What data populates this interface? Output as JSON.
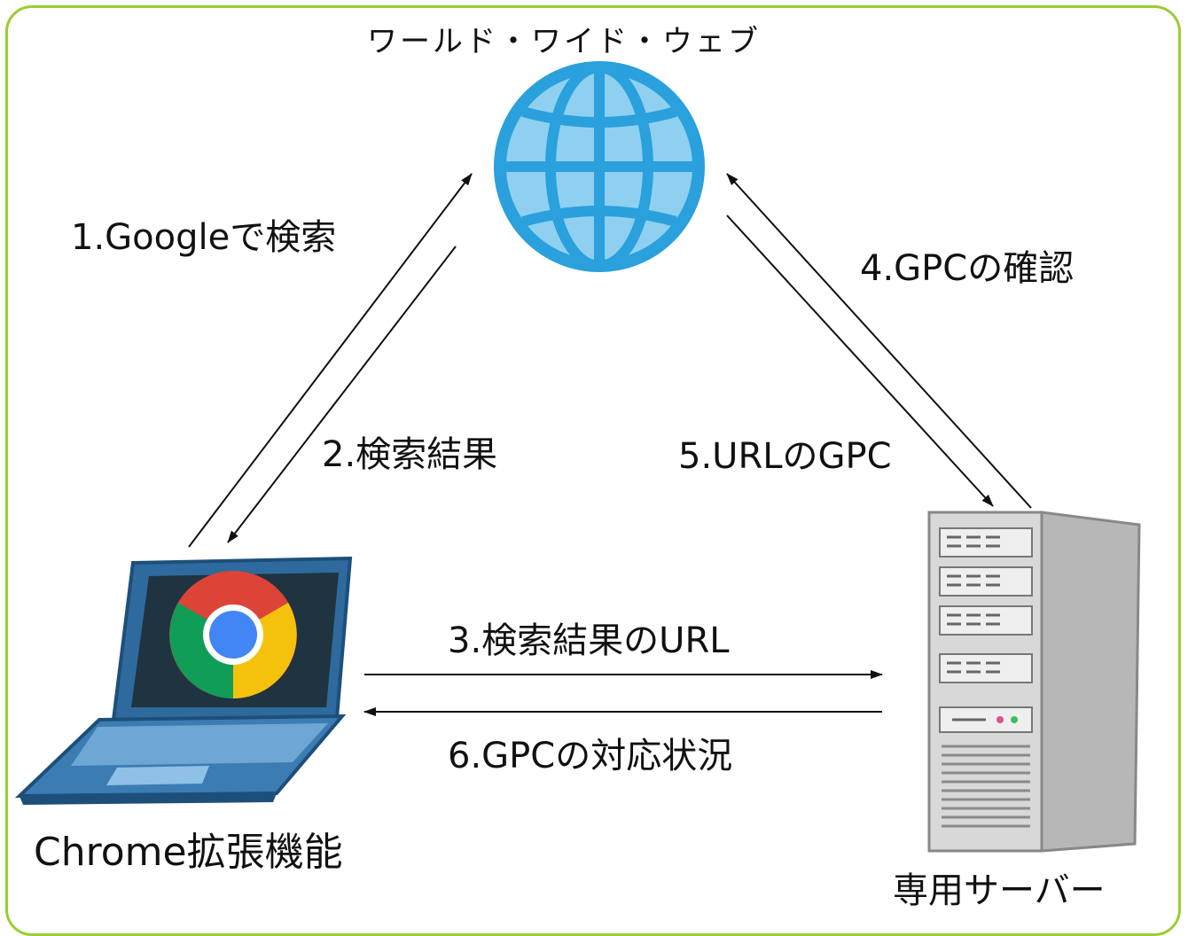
{
  "nodes": {
    "web": {
      "label": "ワールド・ワイド・ウェブ",
      "icon": "globe-icon"
    },
    "client": {
      "label": "Chrome拡張機能",
      "icon": "laptop-chrome-icon"
    },
    "server": {
      "label": "専用サーバー",
      "icon": "server-tower-icon"
    }
  },
  "edges": {
    "step1": "1.Googleで検索",
    "step2": "2.検索結果",
    "step3": "3.検索結果のURL",
    "step4": "4.GPCの確認",
    "step5": "5.URLのGPC",
    "step6": "6.GPCの対応状況"
  },
  "colors": {
    "frame": "#9acd32",
    "globe": "#2aa0dc",
    "globe_fill": "#8fd0f0",
    "laptop": "#2e6a9e",
    "server": "#c8c8c8",
    "arrow": "#111111"
  }
}
